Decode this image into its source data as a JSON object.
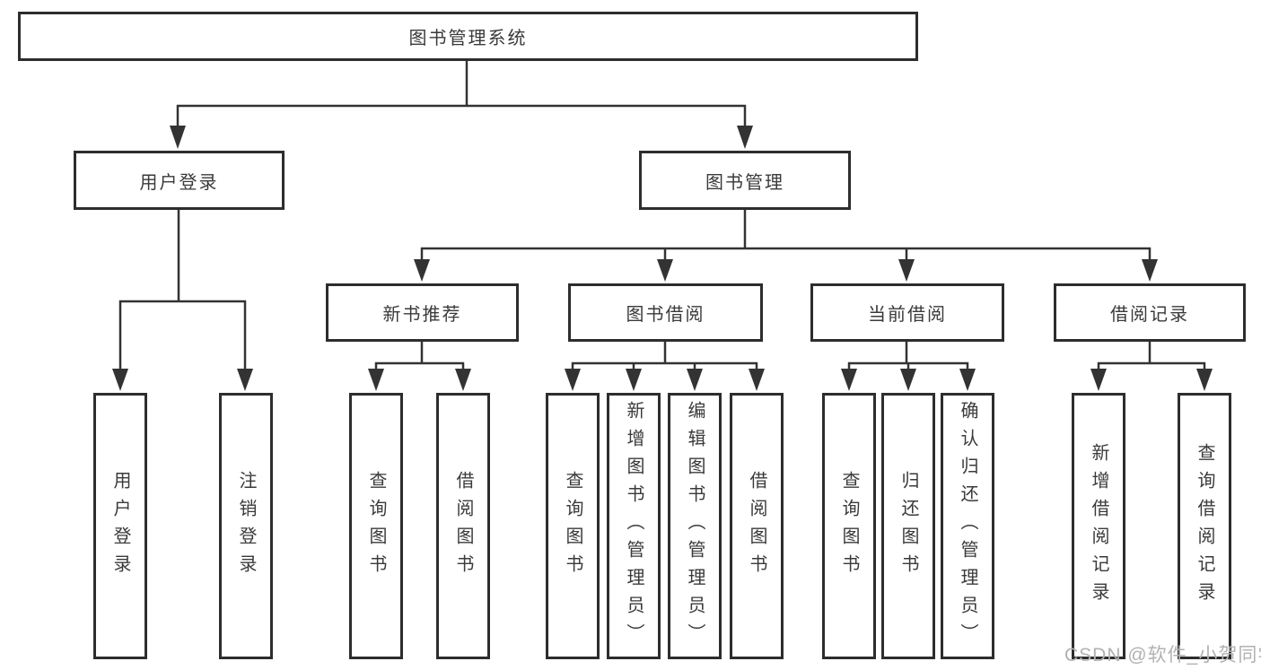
{
  "tree": {
    "root": {
      "label": "图书管理系统",
      "children": [
        {
          "label": "用户登录",
          "children": [
            {
              "label": "用户登录"
            },
            {
              "label": "注销登录"
            }
          ]
        },
        {
          "label": "图书管理",
          "children": [
            {
              "label": "新书推荐",
              "children": [
                {
                  "label": "查询图书"
                },
                {
                  "label": "借阅图书"
                }
              ]
            },
            {
              "label": "图书借阅",
              "children": [
                {
                  "label": "查询图书"
                },
                {
                  "label": "新增图书（管理员）"
                },
                {
                  "label": "编辑图书（管理员）"
                },
                {
                  "label": "借阅图书"
                }
              ]
            },
            {
              "label": "当前借阅",
              "children": [
                {
                  "label": "查询图书"
                },
                {
                  "label": "归还图书"
                },
                {
                  "label": "确认归还（管理员）"
                }
              ]
            },
            {
              "label": "借阅记录",
              "children": [
                {
                  "label": "新增借阅记录"
                },
                {
                  "label": "查询借阅记录"
                }
              ]
            }
          ]
        }
      ]
    }
  },
  "watermark": {
    "text": "CSDN @软件_小贺同学"
  },
  "colors": {
    "background": "#ffffff",
    "line": "#333333",
    "box_border": "#2d2d2d",
    "text": "#3a3a3a",
    "watermark": "#b2b2b2"
  }
}
